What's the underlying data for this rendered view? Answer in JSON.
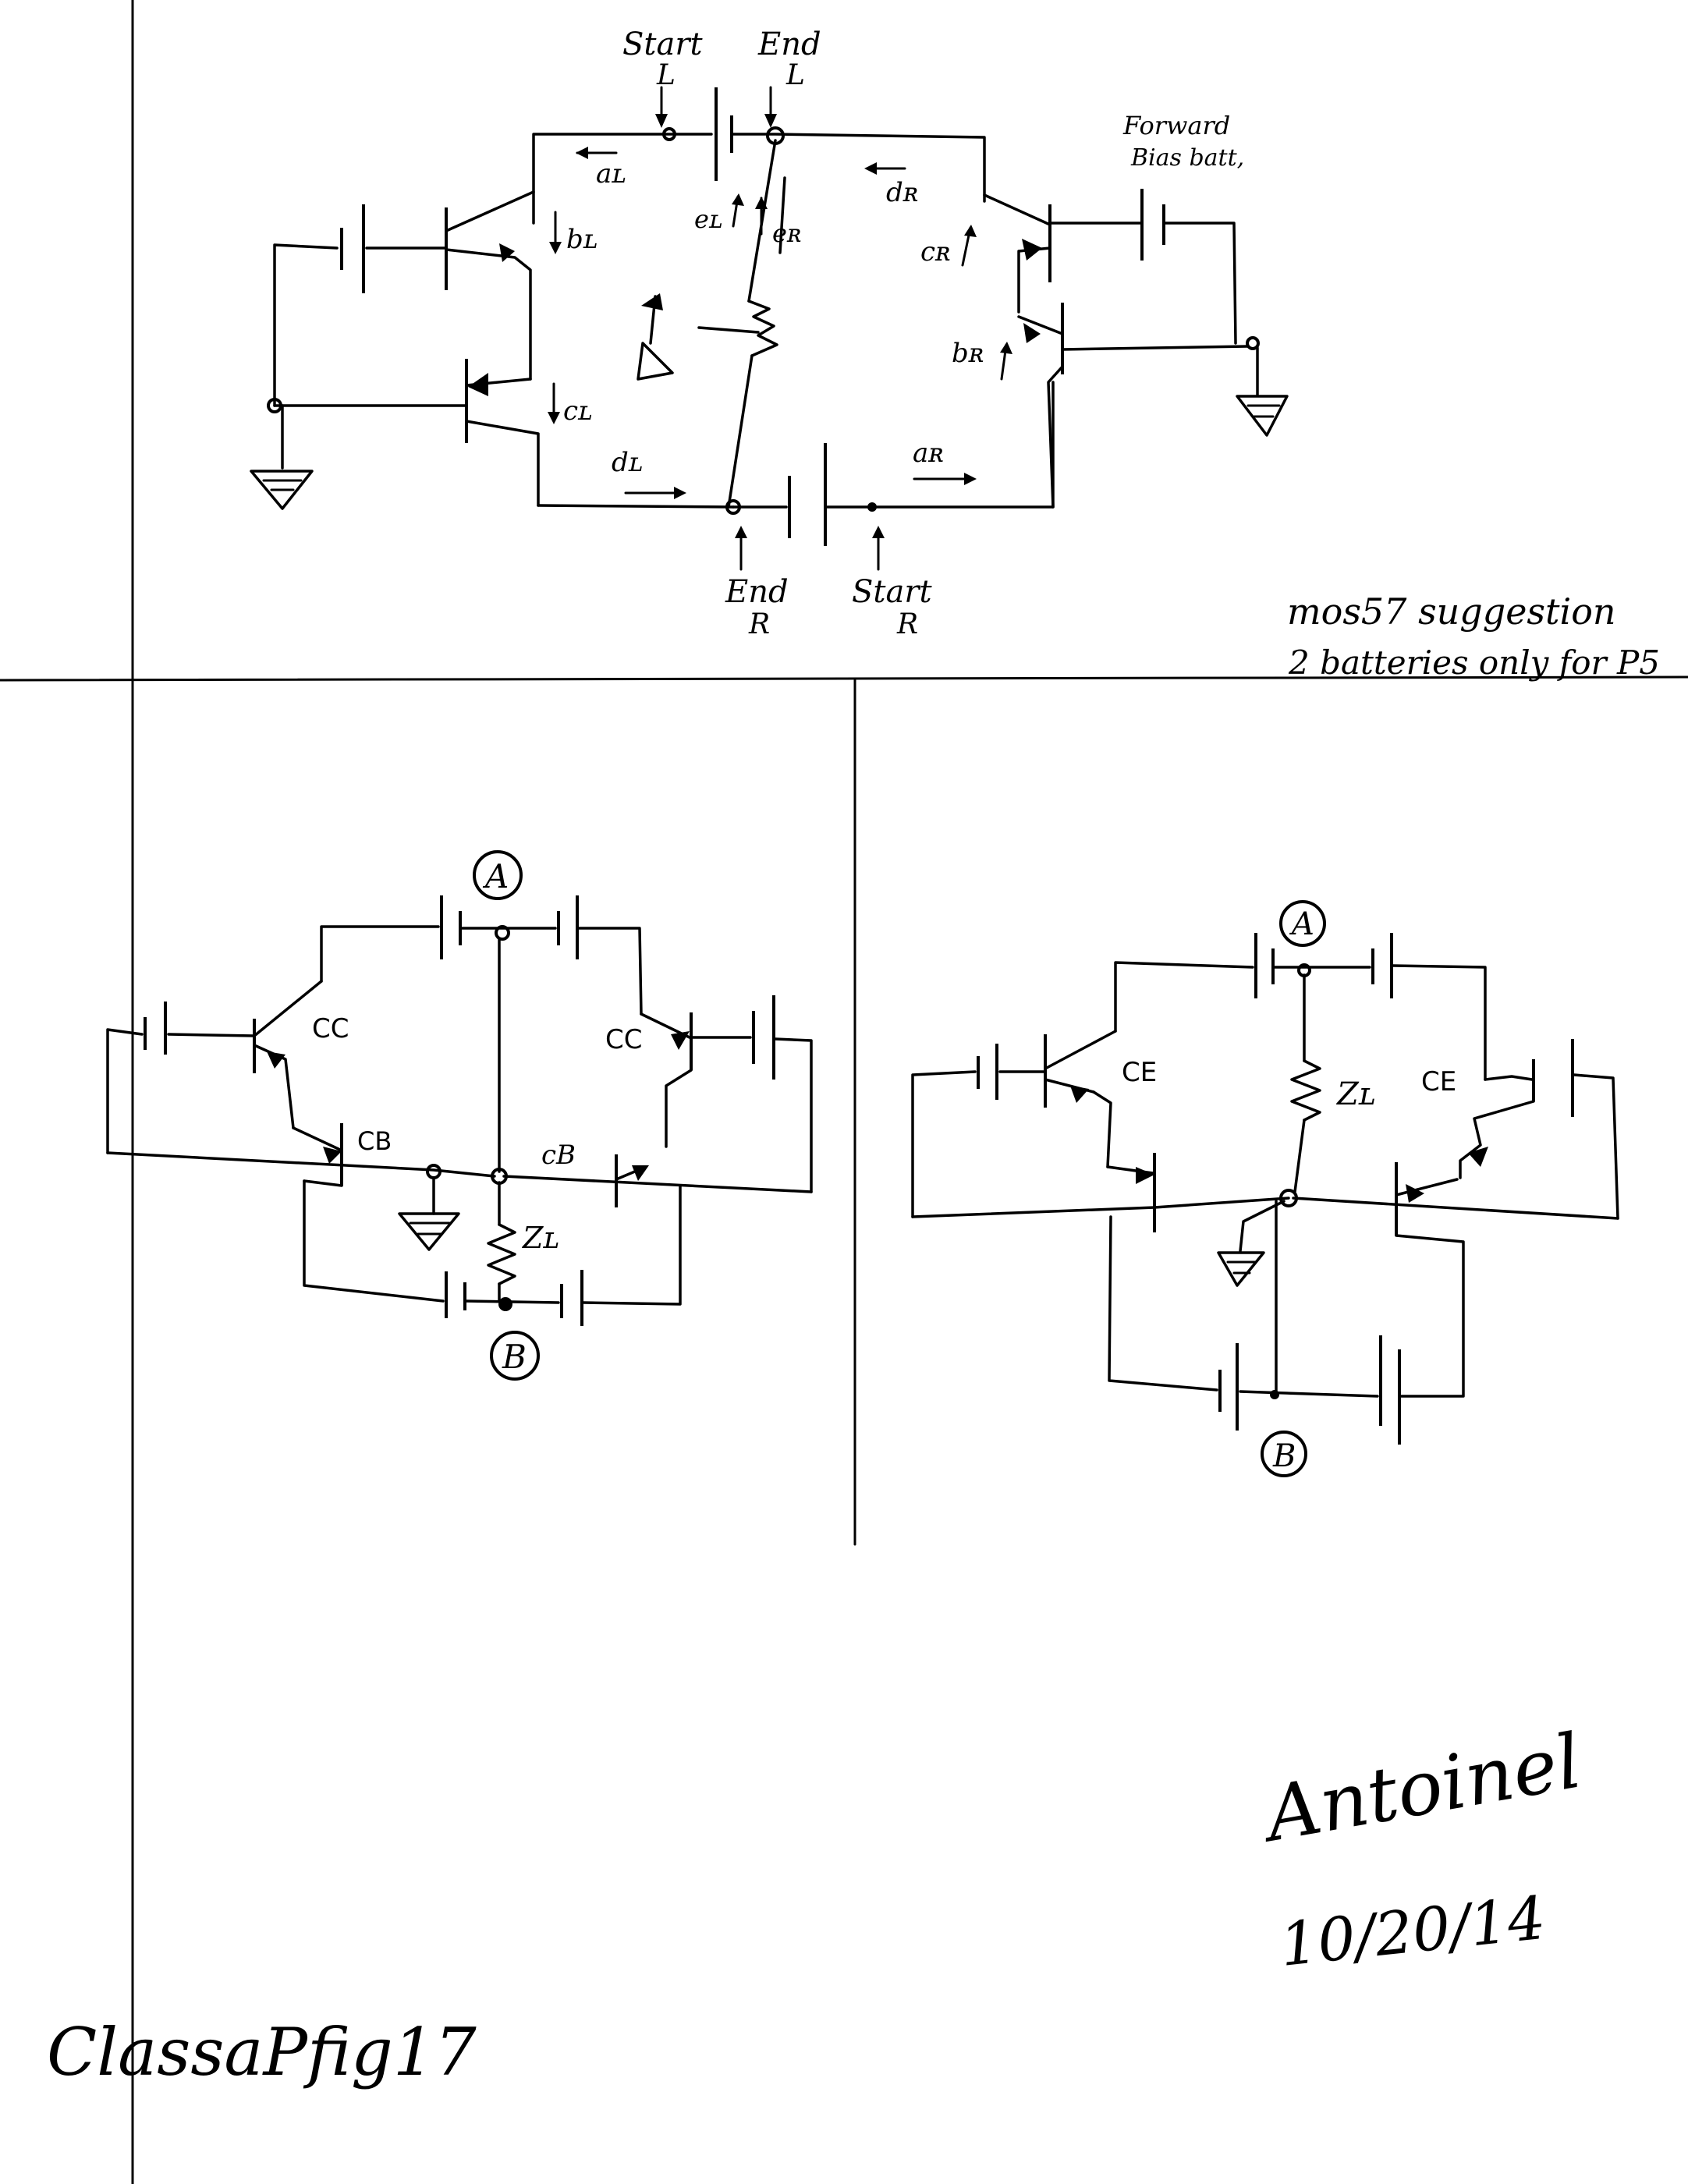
{
  "top_circuit": {
    "start_l": [
      "Start",
      "L"
    ],
    "end_l": [
      "End",
      "L"
    ],
    "end_r": [
      "End",
      "R"
    ],
    "start_r": [
      "Start",
      "R"
    ],
    "forward_bias": [
      "Forward",
      "Bias batt,"
    ],
    "currents": {
      "a_l": "aʟ",
      "b_l": "bʟ",
      "c_l": "cʟ",
      "d_l": "dʟ",
      "e_l": "eʟ",
      "e_r": "eʀ",
      "d_r": "dʀ",
      "c_r": "cʀ",
      "b_r": "bʀ",
      "a_r": "aʀ"
    }
  },
  "note": [
    "mos57 suggestion",
    "2 batteries only for P5"
  ],
  "bottom_left": {
    "node_a": "A",
    "node_b": "B",
    "cc_left": "CC",
    "cc_right": "CC",
    "cb_left": "CB",
    "cb_right": "cB",
    "load": "Zʟ"
  },
  "bottom_right": {
    "node_a": "A",
    "node_b": "B",
    "ce_left": "CE",
    "ce_right": "CE",
    "load": "Zʟ"
  },
  "signature": {
    "name": "Antoinel",
    "date": "10/20/14"
  },
  "caption": "ClassaPfig17"
}
